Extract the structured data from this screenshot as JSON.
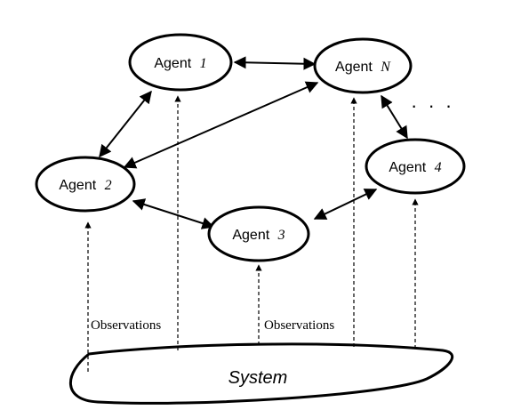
{
  "agents": [
    {
      "id": "a1",
      "name": "Agent",
      "index": "1"
    },
    {
      "id": "aN",
      "name": "Agent",
      "index": "N"
    },
    {
      "id": "a2",
      "name": "Agent",
      "index": "2"
    },
    {
      "id": "a4",
      "name": "Agent",
      "index": "4"
    },
    {
      "id": "a3",
      "name": "Agent",
      "index": "3"
    }
  ],
  "ellipsis": "· · ·",
  "observations": [
    "Observations",
    "Observations"
  ],
  "system": {
    "label": "System"
  },
  "colors": {
    "stroke": "#000000",
    "fill": "#ffffff"
  }
}
